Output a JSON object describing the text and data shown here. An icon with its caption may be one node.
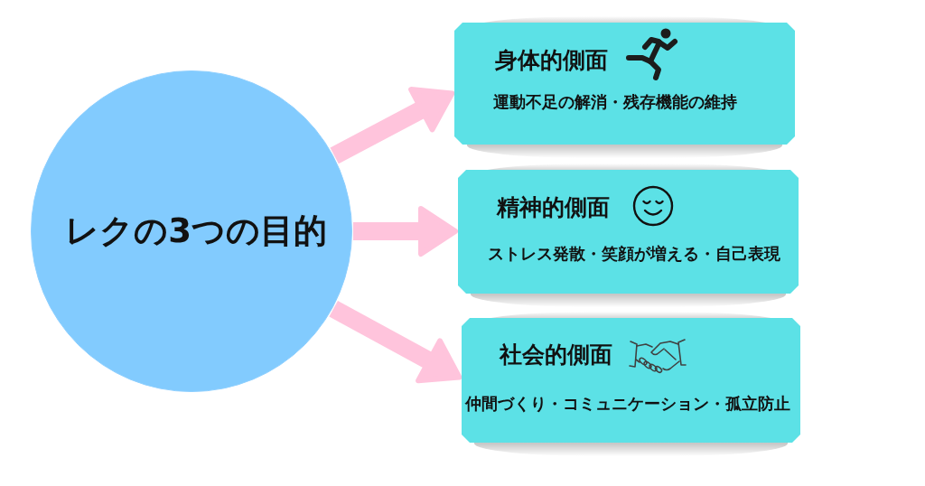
{
  "diagram": {
    "nodes": [
      {
        "text": [
          "レクの3つの目的"
        ]
      },
      {
        "text": [
          "身体的側面",
          "運動不足の解消・残存機能の維持"
        ]
      },
      {
        "text": [
          "精神的側面",
          "ストレス発散・笑顔が増える・自己表現"
        ]
      },
      {
        "text": [
          "社会的側面",
          "仲間づくり・コミュニケーション・孤立防止"
        ]
      }
    ],
    "edges": [
      {
        "from": 0,
        "to": 1,
        "arrow": "to"
      },
      {
        "from": 0,
        "to": 2,
        "arrow": "to"
      },
      {
        "from": 0,
        "to": 3,
        "arrow": "to"
      }
    ]
  }
}
